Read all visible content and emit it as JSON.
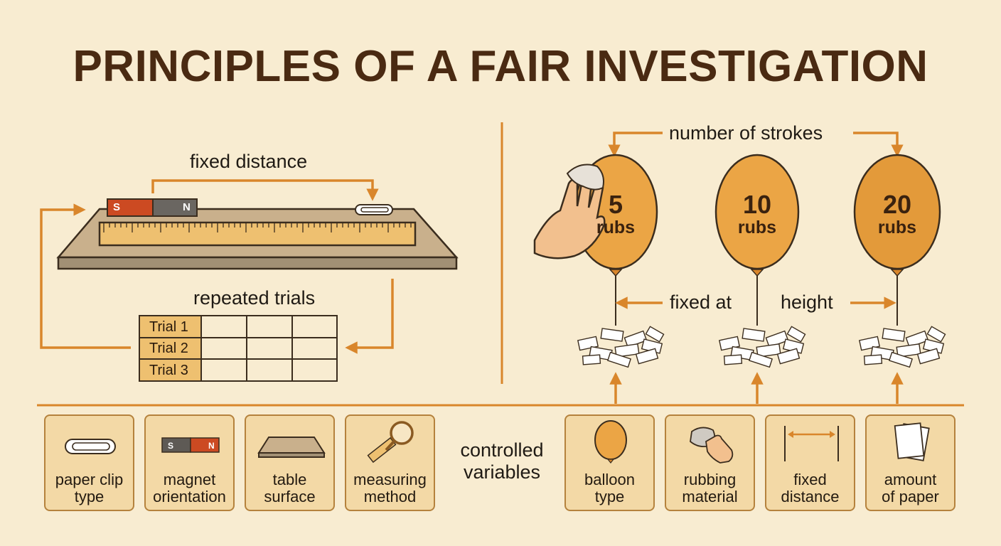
{
  "title": "PRINCIPLES OF A FAIR INVESTIGATION",
  "magnet_setup": {
    "fixed_distance_label": "fixed distance",
    "magnet_pole_s": "S",
    "magnet_pole_n": "N",
    "repeated_trials_label": "repeated trials",
    "trials": [
      "Trial 1",
      "Trial 2",
      "Trial 3"
    ]
  },
  "balloon_setup": {
    "strokes_label": "number of strokes",
    "balloons": [
      {
        "count": "5",
        "unit": "rubs"
      },
      {
        "count": "10",
        "unit": "rubs"
      },
      {
        "count": "20",
        "unit": "rubs"
      }
    ],
    "fixed_at_label": "fixed at",
    "height_label": "height"
  },
  "controlled_variables_label": "controlled\nvariables",
  "controlled_variables": {
    "left": [
      {
        "label": "paper clip\ntype",
        "icon": "paper-clip-icon"
      },
      {
        "label": "magnet\norientation",
        "icon": "magnet-icon"
      },
      {
        "label": "table\nsurface",
        "icon": "table-icon"
      },
      {
        "label": "measuring\nmethod",
        "icon": "magnifier-ruler-icon"
      }
    ],
    "right": [
      {
        "label": "balloon\ntype",
        "icon": "balloon-icon"
      },
      {
        "label": "rubbing\nmaterial",
        "icon": "cloth-hand-icon"
      },
      {
        "label": "fixed\ndistance",
        "icon": "distance-arrow-icon"
      },
      {
        "label": "amount\nof paper",
        "icon": "paper-stack-icon"
      }
    ]
  },
  "colors": {
    "background": "#f8ecd1",
    "accent_orange": "#d9862b",
    "title_brown": "#4a2a12",
    "balloon": "#eba545",
    "box_fill": "#f3d9a6"
  }
}
